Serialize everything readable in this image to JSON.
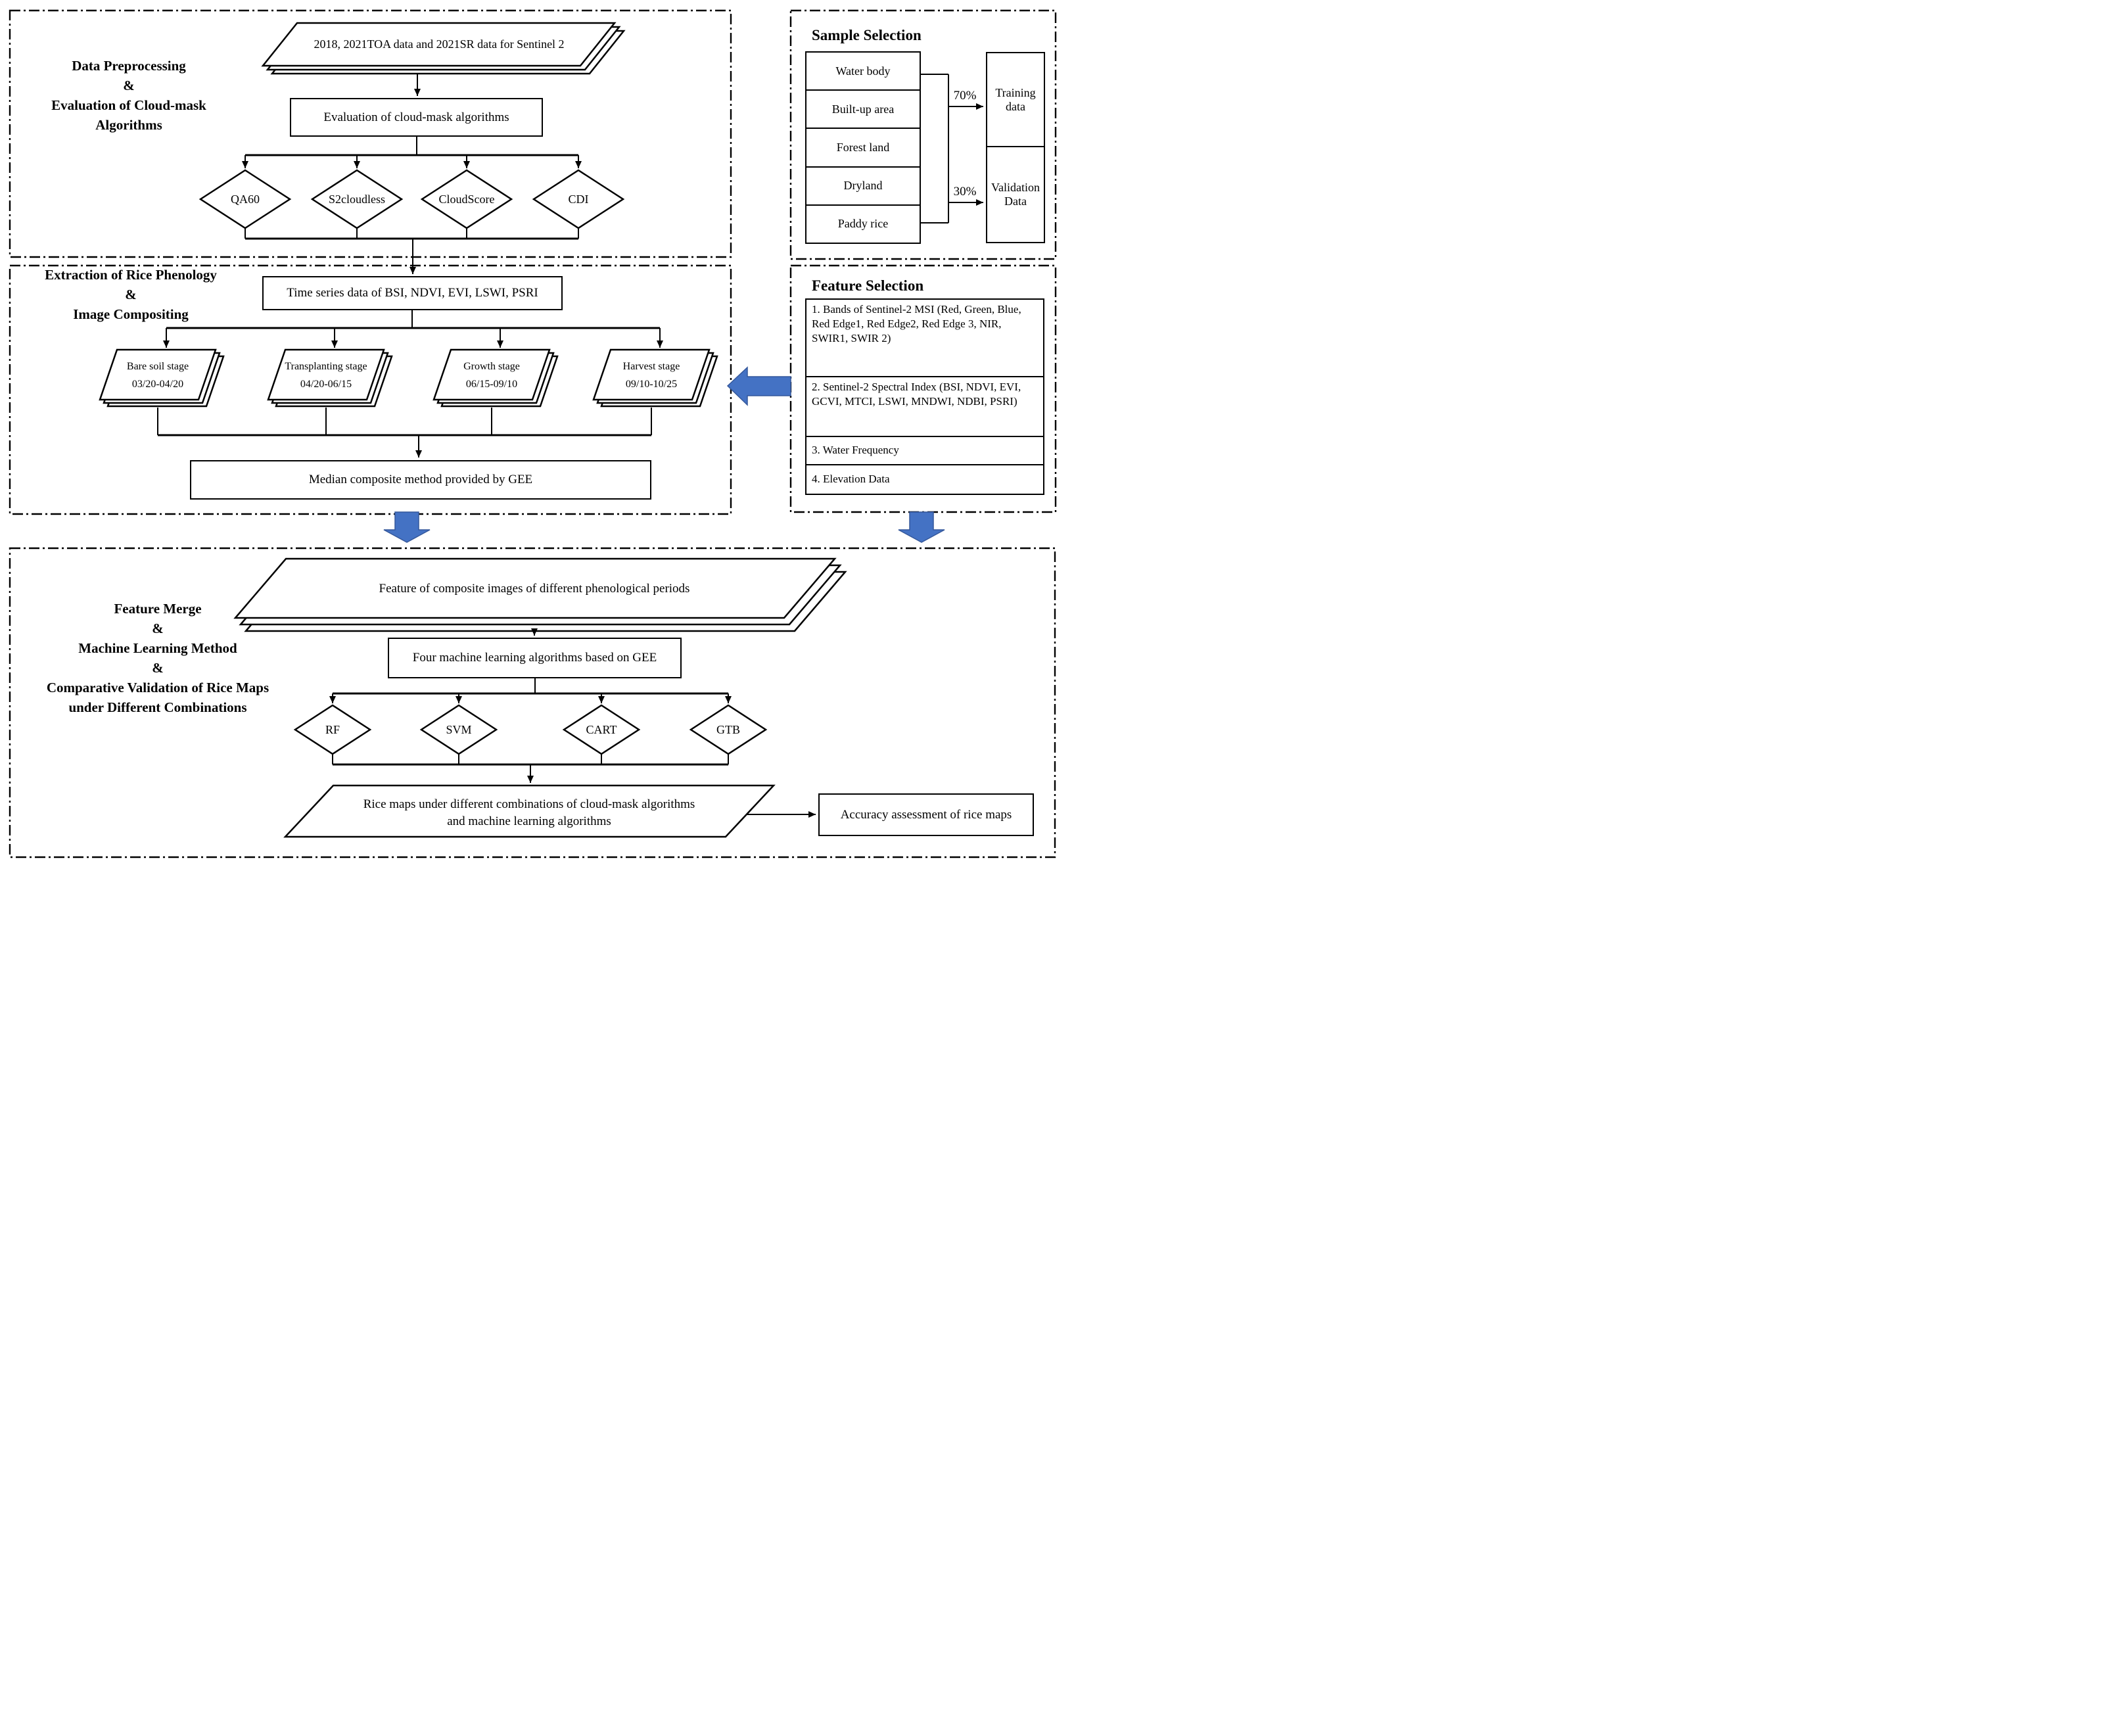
{
  "panels": {
    "preprocessing": {
      "title_lines": [
        "Data Preprocessing",
        "&",
        "Evaluation of Cloud-mask",
        "Algorithms"
      ],
      "input_data": "2018, 2021TOA data and 2021SR data for Sentinel 2",
      "evaluation_box": "Evaluation of cloud-mask algorithms",
      "cloud_mask_algorithms": [
        "QA60",
        "S2cloudless",
        "CloudScore",
        "CDI"
      ]
    },
    "extraction": {
      "title_lines": [
        "Extraction of Rice Phenology",
        "&",
        "Image Compositing"
      ],
      "time_series_box": "Time series data of BSI, NDVI, EVI, LSWI, PSRI",
      "stages": [
        {
          "name": "Bare soil stage",
          "period": "03/20-04/20"
        },
        {
          "name": "Transplanting stage",
          "period": "04/20-06/15"
        },
        {
          "name": "Growth stage",
          "period": "06/15-09/10"
        },
        {
          "name": "Harvest stage",
          "period": "09/10-10/25"
        }
      ],
      "median_box": "Median composite method provided by GEE"
    },
    "sample_selection": {
      "title": "Sample Selection",
      "classes": [
        "Water body",
        "Built-up area",
        "Forest land",
        "Dryland",
        "Paddy rice"
      ],
      "splits": [
        {
          "percent": "70%",
          "target": "Training data"
        },
        {
          "percent": "30%",
          "target": "Validation Data"
        }
      ]
    },
    "feature_selection": {
      "title": "Feature Selection",
      "items": [
        "1. Bands of Sentinel-2 MSI (Red, Green, Blue, Red Edge1, Red Edge2, Red Edge 3, NIR, SWIR1, SWIR 2)",
        "2. Sentinel-2  Spectral Index (BSI, NDVI, EVI, GCVI, MTCI, LSWI, MNDWI, NDBI, PSRI)",
        "3. Water Frequency",
        "4. Elevation Data"
      ]
    },
    "ml": {
      "title_lines": [
        "Feature Merge",
        "&",
        "Machine Learning Method",
        "&",
        "Comparative Validation of Rice Maps",
        "under Different Combinations"
      ],
      "feature_merge_box": "Feature of composite images of different phenological periods",
      "ml_box": "Four machine learning algorithms based on GEE",
      "algorithms": [
        "RF",
        "SVM",
        "CART",
        "GTB"
      ],
      "rice_maps_lines": [
        "Rice maps under different combinations of cloud-mask algorithms",
        "and machine learning algorithms"
      ],
      "accuracy_box": "Accuracy assessment of rice maps"
    }
  },
  "colors": {
    "accent_arrow": "#4472C4",
    "line": "#000000",
    "background": "#ffffff"
  }
}
